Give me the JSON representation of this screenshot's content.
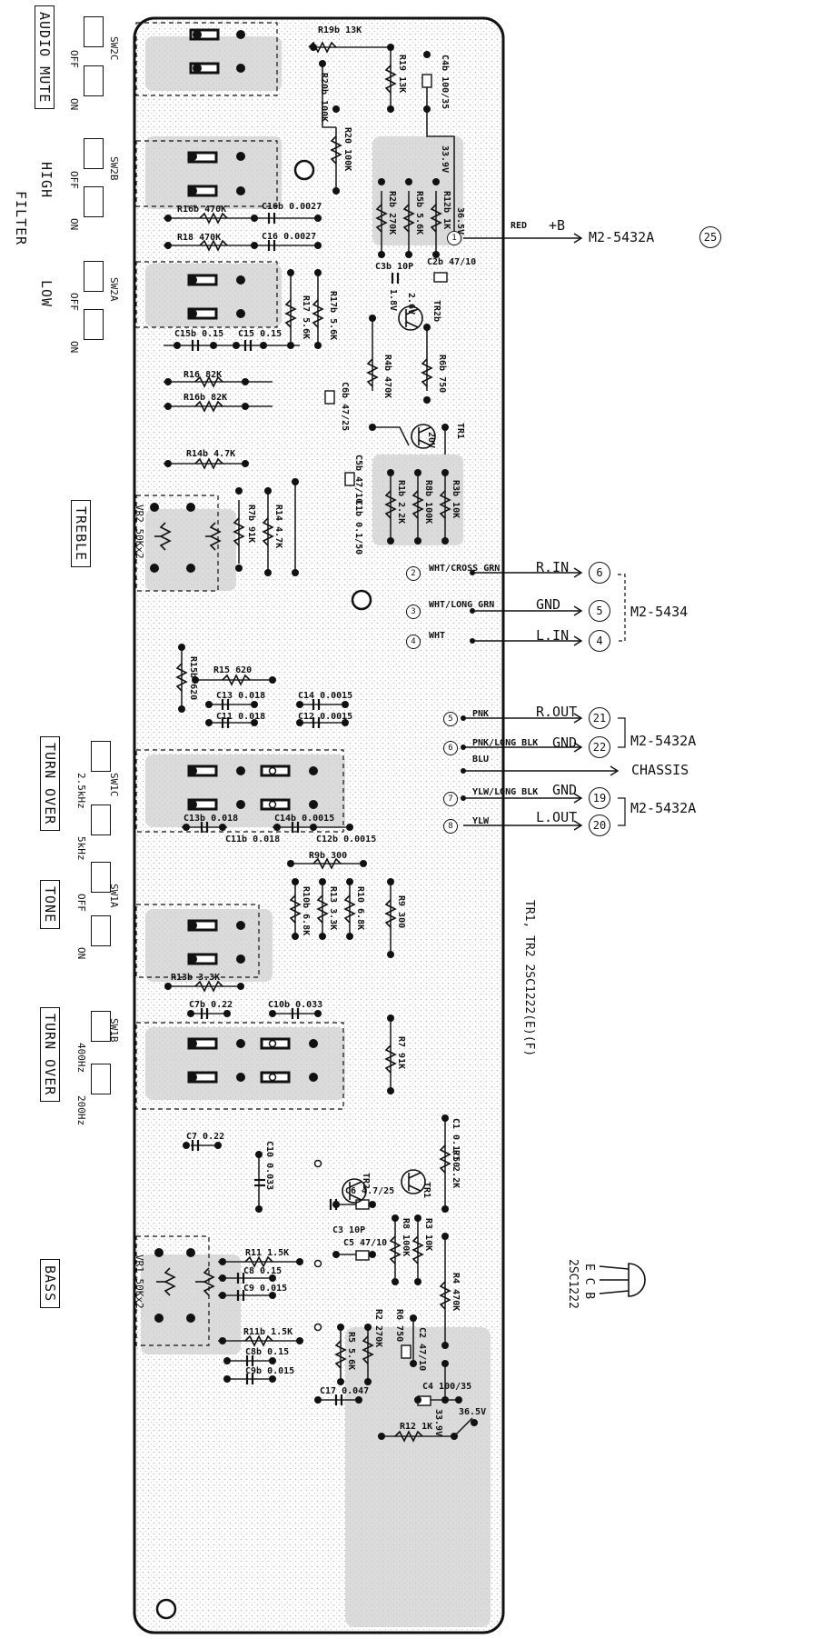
{
  "switch_labels": {
    "audio_mute": "AUDIO MUTE",
    "filter": "FILTER",
    "high": "HIGH",
    "low": "LOW",
    "treble": "TREBLE",
    "turn_over_1": "TURN OVER",
    "tone": "TONE",
    "turn_over_2": "TURN OVER",
    "bass": "BASS"
  },
  "switch_positions": {
    "sw2c": "SW2C",
    "sw2b": "SW2B",
    "sw2a": "SW2A",
    "sw1c": "SW1C",
    "sw1a": "SW1A",
    "sw1b": "SW1B",
    "off": "OFF",
    "on": "ON",
    "khz25": "2.5kHz",
    "khz5": "5kHz",
    "hz400": "400Hz",
    "hz200": "200Hz",
    "vr2": "VR2 50Kx2",
    "vr1": "VR1 50Kx2"
  },
  "components": {
    "r19b": "R19b 13K",
    "r19": "R19 13K",
    "r20b": "R20b 100K",
    "r20": "R20 100K",
    "c4b": "C4b 100/35",
    "v339": "33.9V",
    "r2b": "R2b 270K",
    "r5b": "R5b 5.6K",
    "r12b": "R12b 1K",
    "v365": "36.5V",
    "r16b_470": "R16b 470K",
    "c16b": "C16b 0.0027",
    "r18": "R18 470K",
    "c16": "C16 0.0027",
    "c3b": "C3b 10P",
    "c2b": "C2b 47/10",
    "v18": "1.8V",
    "v26": "2.6V",
    "tr2b": "TR2b",
    "r17": "R17 5.6K",
    "r17b": "R17b 5.6K",
    "c15b": "C15b 0.15",
    "c15": "C15 0.15",
    "r4b": "R4b 470K",
    "r6b": "R6b 750",
    "r16": "R16 82K",
    "r16b": "R16b 82K",
    "c6b": "C6b 47/25",
    "tr1": "TR1",
    "v20": "20V",
    "r14b": "R14b 4.7K",
    "c5b": "C5b 47/10",
    "r1b": "R1b 2.2K",
    "r8b": "R8b 100K",
    "r3b": "R3b 10K",
    "r7b": "R7b 91K",
    "r14": "R14 4.7K",
    "c1b": "C1b 0.1/50",
    "r15b": "R15b 620",
    "r15": "R15 620",
    "c13": "C13 0.018",
    "c14": "C14 0.0015",
    "c11": "C11 0.018",
    "c12": "C12 0.0015",
    "c13b": "C13b 0.018",
    "c14b": "C14b 0.0015",
    "c11b": "C11b 0.018",
    "c12b": "C12b 0.0015",
    "r9b": "R9b 300",
    "r10b": "R10b 6.8K",
    "r13": "R13 3.3K",
    "r10": "R10 6.8K",
    "r9": "R9 300",
    "r13b": "R13b 3.3K",
    "c7b": "C7b 0.22",
    "c10b": "C10b 0.033",
    "r7": "R7 91K",
    "c7": "C7 0.22",
    "c10": "C10 0.033",
    "c1": "C1 0.1/50",
    "c6": "C6 4.7/25",
    "r8": "R8 100K",
    "r3": "R3 10K",
    "r1": "R1 2.2K",
    "c5": "C5 47/10",
    "tr2": "TR2",
    "c3": "C3 10P",
    "r11": "R11 1.5K",
    "c8": "C8 0.15",
    "c9": "C9 0.015",
    "r6": "R6 750",
    "r2": "R2 270K",
    "r5": "R5 5.6K",
    "c2": "C2 47/10",
    "r4": "R4 470K",
    "r11b": "R11b 1.5K",
    "c8b": "C8b 0.15",
    "c9b": "C9b 0.015",
    "c4": "C4 100/35",
    "c17": "C17 0.047",
    "r12": "R12 1K",
    "v365b": "36.5V",
    "v339b": "33.9V"
  },
  "connections": {
    "red": "RED",
    "plus_b": "+B",
    "m2_5432a_top": "M2-5432A",
    "pin25": "25",
    "pin_1": "1",
    "wht_cross": "WHT/CROSS GRN",
    "r_in": "R.IN",
    "pin6": "6",
    "wht_long": "WHT/LONG GRN",
    "gnd1": "GND",
    "pin5": "5",
    "wht": "WHT",
    "l_in": "L.IN",
    "pin4": "4",
    "m2_5434": "M2-5434",
    "pnk": "PNK",
    "r_out": "R.OUT",
    "pin21": "21",
    "pnk_long": "PNK/LONG BLK",
    "gnd2": "GND",
    "pin22": "22",
    "blu": "BLU",
    "chassis": "CHASSIS",
    "ylw_long": "YLW/LONG BLK",
    "gnd3": "GND",
    "pin19": "19",
    "ylw": "YLW",
    "l_out": "L.OUT",
    "pin20": "20",
    "m2_5432a_a": "M2-5432A",
    "m2_5432a_b": "M2-5432A",
    "pin_2": "2",
    "pin_3": "3",
    "pin_4": "4",
    "pin_5": "5",
    "pin_6": "6",
    "pin_7": "7",
    "pin_8": "8"
  },
  "notes": {
    "transistor_type": "TR1, TR2  2SC1222(E)(F)",
    "pinout": "E C B",
    "part": "2SC1222"
  }
}
